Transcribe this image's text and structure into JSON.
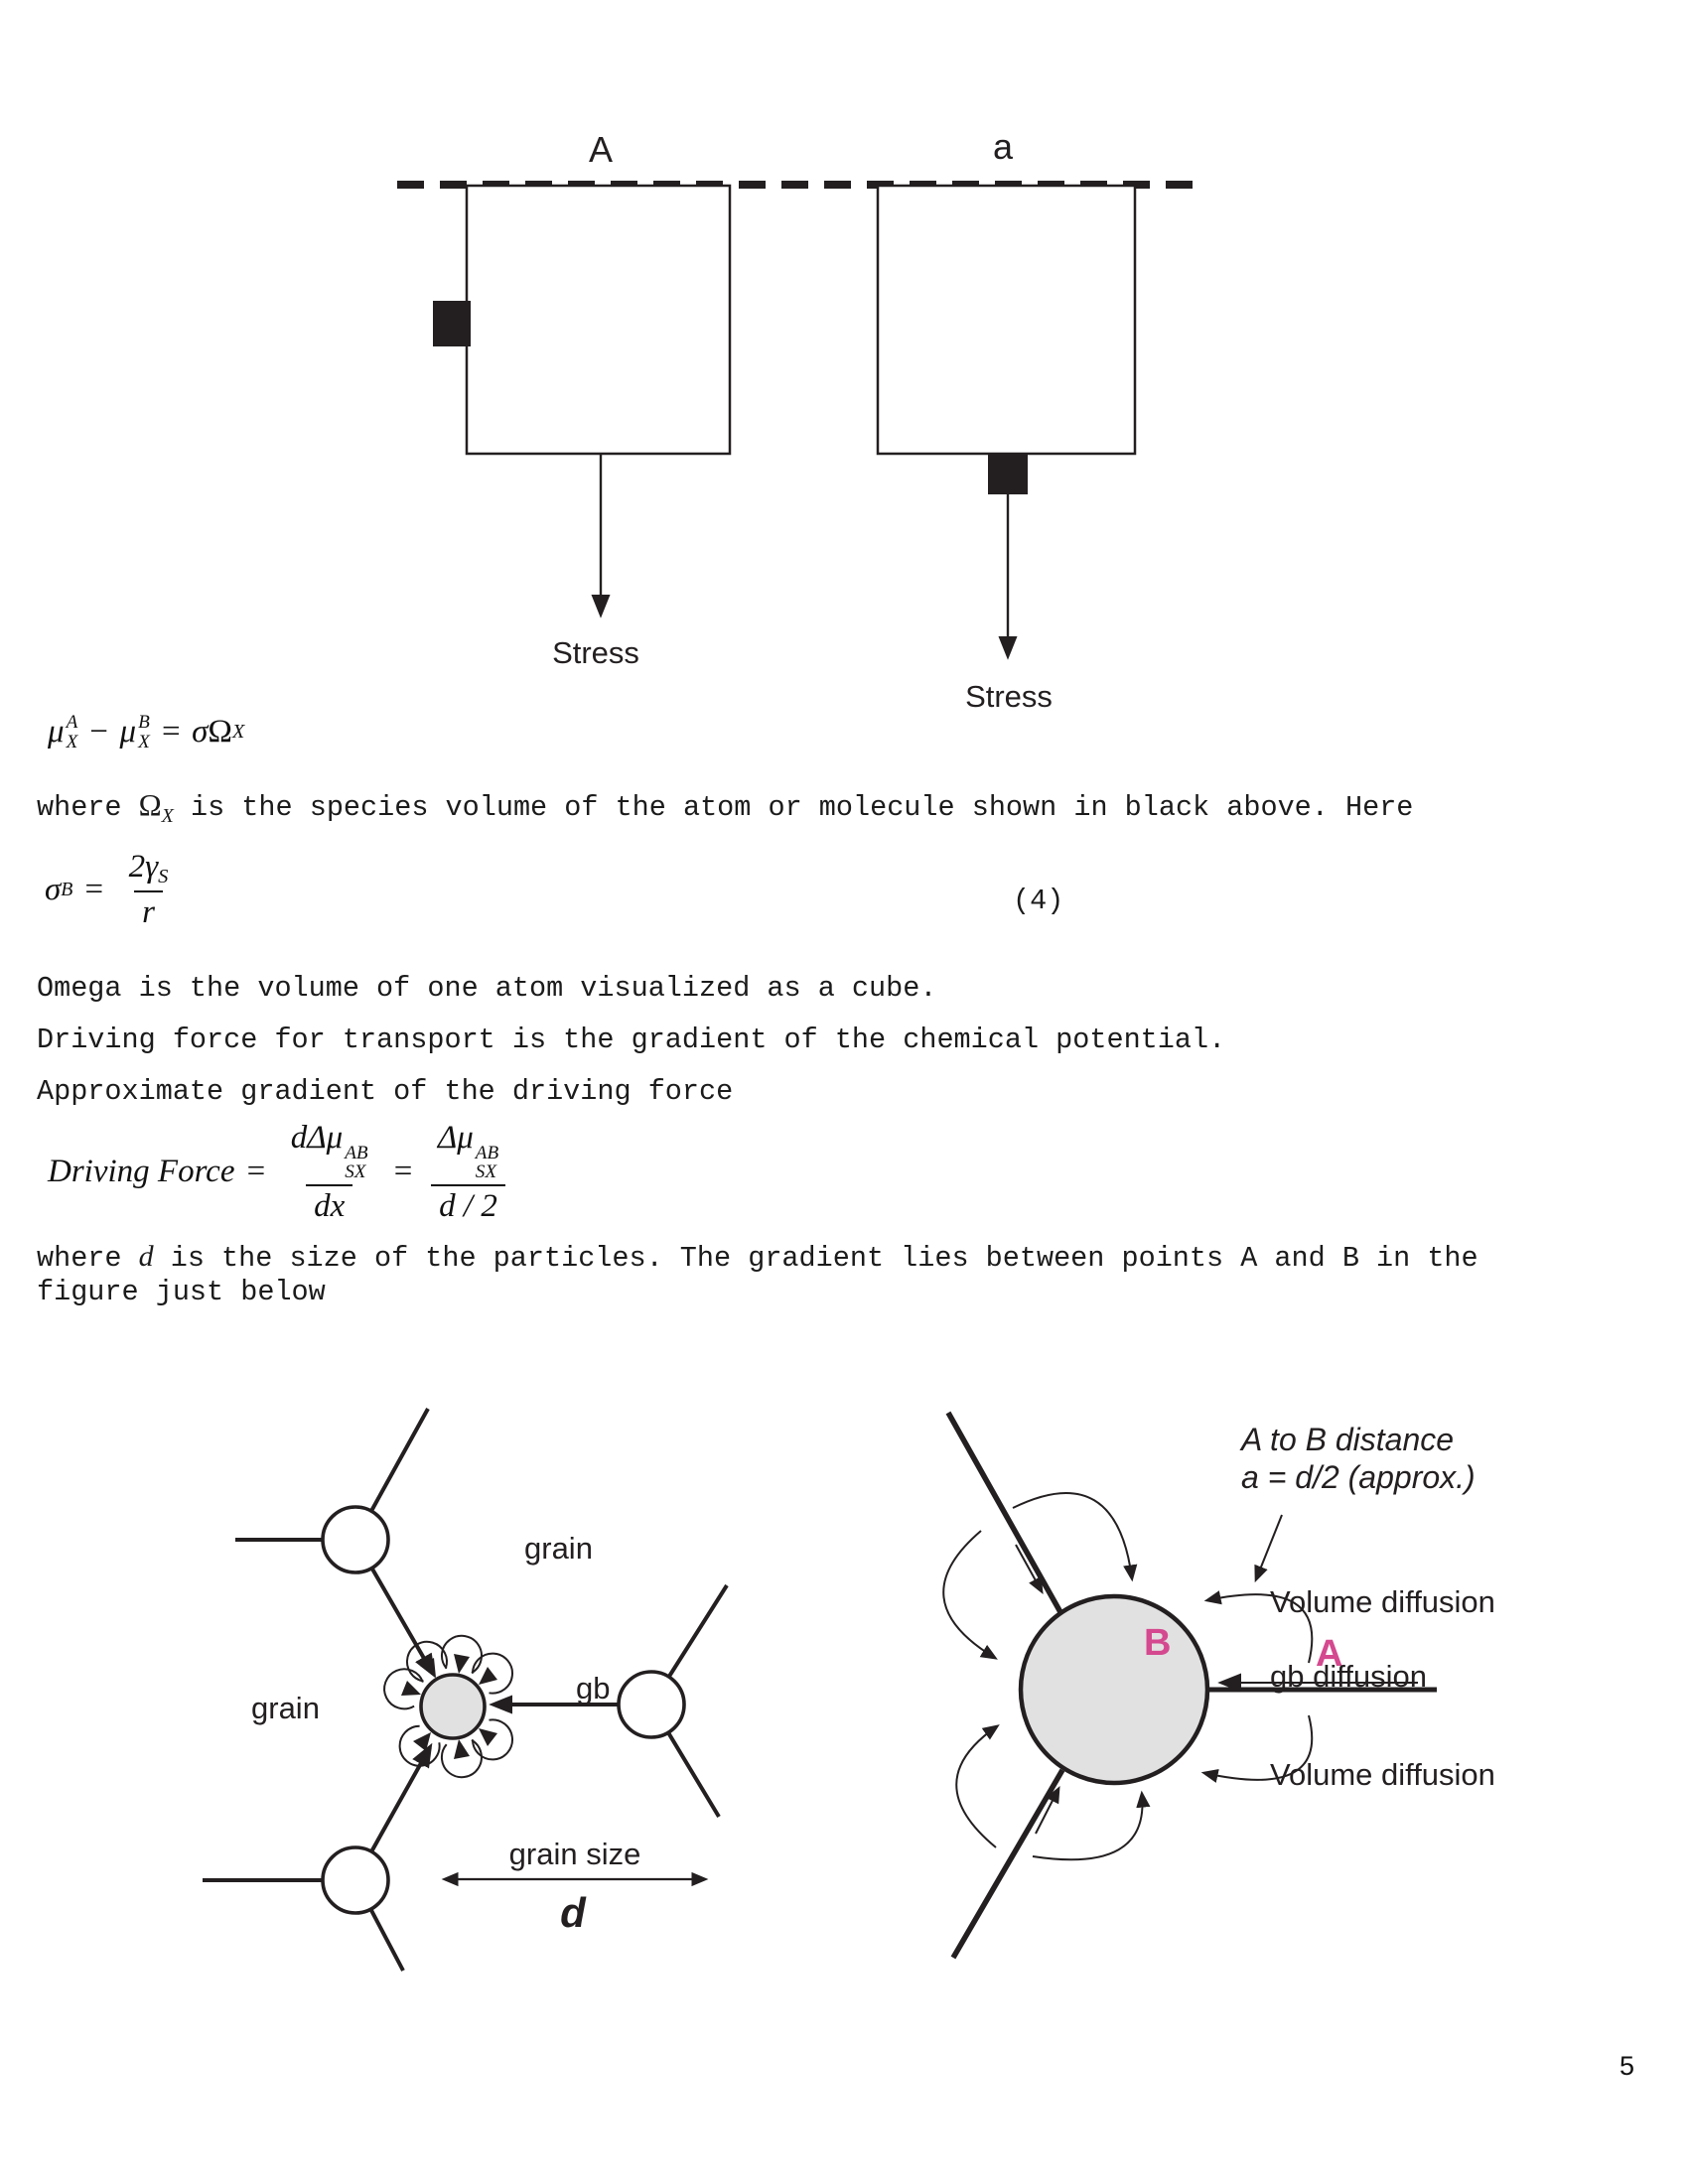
{
  "page": {
    "number": "5"
  },
  "colors": {
    "ink": "#231f20",
    "accent_pink": "#d4498f",
    "grain_fill": "#e1e1e1"
  },
  "fig_top": {
    "label_A": "A",
    "label_a": "a",
    "stress_left": "Stress",
    "stress_right": "Stress"
  },
  "eq1": {
    "mu1": "μ",
    "s1_top": "A",
    "s1_bot": "X",
    "minus": "−",
    "mu2": "μ",
    "s2_top": "B",
    "s2_bot": "X",
    "eq": "=",
    "sigma": "σ",
    "omega": "Ω",
    "s3_bot": "X"
  },
  "para1": {
    "pre": "where ",
    "omega": "Ω",
    "omega_sub": "X",
    "post": " is the species volume of the atom or molecule shown in black above. Here"
  },
  "eq2": {
    "sigma": "σ",
    "sup": "B",
    "eq": "=",
    "num": "2γ",
    "num_sub": "S",
    "den": "r",
    "tag": "(4)"
  },
  "para2": "Omega is the volume of one atom visualized as a cube.",
  "para3": "Driving force for transport is the gradient of the chemical potential.",
  "para4": "Approximate gradient of the driving force",
  "eq3": {
    "lhs": "Driving Force",
    "eq1": "=",
    "f1_num": "dΔμ",
    "f1_top": "AB",
    "f1_bot": "SX",
    "f1_den": "dx",
    "eq2": "=",
    "f2_num": "Δμ",
    "f2_top": "AB",
    "f2_bot": "SX",
    "f2_den": "d / 2"
  },
  "para5": {
    "pre": "where ",
    "d": "d",
    "post": " is the size of the particles. The gradient lies between points A and B in the",
    "line2": "figure just below"
  },
  "fig_left": {
    "grain_top": "grain",
    "grain_left": "grain",
    "gb": "gb",
    "grain_size": "grain size",
    "d": "d"
  },
  "fig_right": {
    "caption_line1": "A to B distance",
    "caption_line2": "a = d/2 (approx.)",
    "volume_top": "Volume diffusion",
    "label_A": "A",
    "label_B": "B",
    "gb_diffusion": "gb diffusion",
    "volume_bottom": "Volume diffusion"
  }
}
